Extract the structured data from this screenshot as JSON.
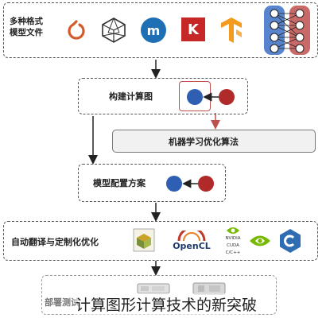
{
  "framework_box": {
    "label_line1": "多种格式",
    "label_line2": "模型文件"
  },
  "framework_logos": [
    {
      "name": "pytorch-icon"
    },
    {
      "name": "polyhedron-icon"
    },
    {
      "name": "m-logo-icon",
      "text": "m"
    },
    {
      "name": "keras-icon",
      "text": "K"
    },
    {
      "name": "tensorflow-icon"
    },
    {
      "name": "neural-network-icon"
    }
  ],
  "stages": {
    "build_graph": "构建计算图",
    "ml_optimization": "机器学习优化算法",
    "model_config": "模型配置方案",
    "auto_translate": "自动翻译与定制化优化",
    "deploy_test": "部署测试"
  },
  "hardware_logos": {
    "nvidia": {
      "line1": "NVIDIA",
      "line2": "CUDA",
      "line3": "C/C++"
    },
    "opencl": {
      "text": "OpenCL"
    }
  },
  "caption": "计算图形计算技术的新突破",
  "colors": {
    "blue_node": "#2f5fb3",
    "red_node": "#b02a2a",
    "red_border": "#c0504d",
    "arrow": "#222222"
  }
}
